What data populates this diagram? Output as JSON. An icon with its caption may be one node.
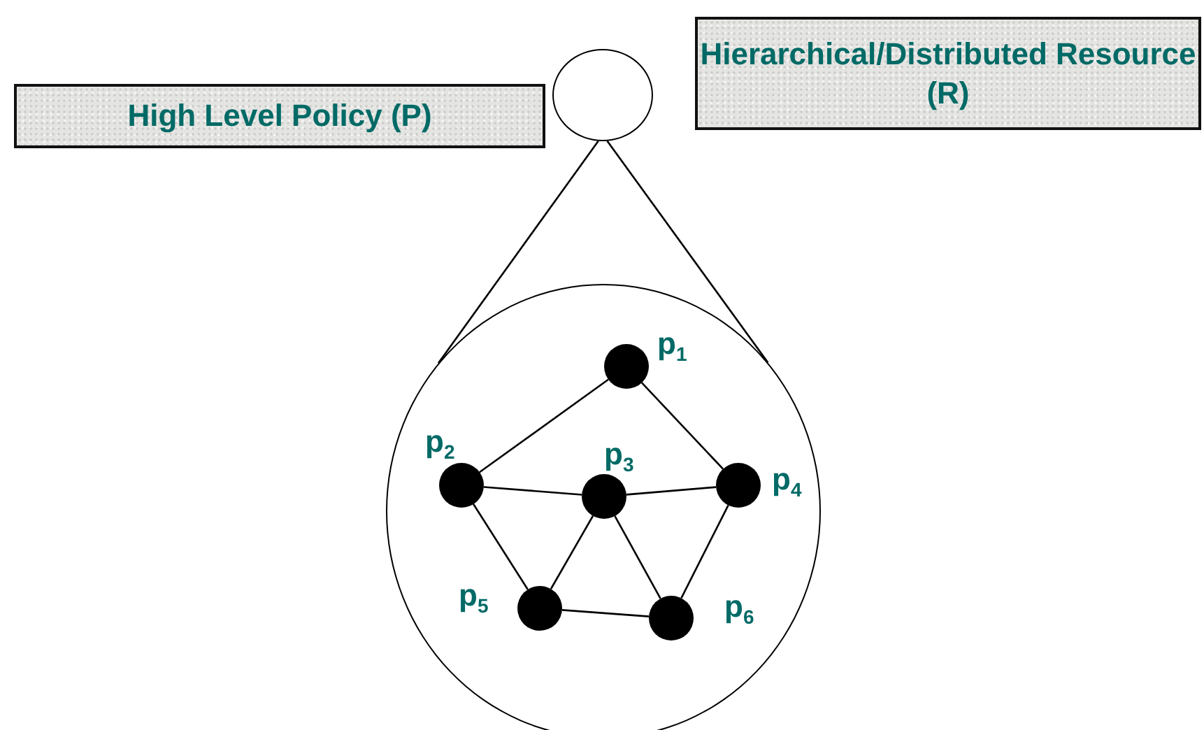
{
  "diagram": {
    "nodes": [
      {
        "text": [
          "High Level Policy (P)"
        ]
      },
      {
        "text": [
          "Hierarchical/Distributed Resource (R)"
        ]
      },
      {
        "text": [],
        "shape": "circle"
      },
      {
        "text": [],
        "shape": "circle"
      },
      {
        "text": [],
        "shape": "circle",
        "in": 3,
        "beside": [
          "p$_{1}$"
        ]
      },
      {
        "text": [],
        "shape": "circle",
        "in": 3,
        "beside": [
          "p$_{2}$"
        ]
      },
      {
        "text": [],
        "shape": "circle",
        "in": 3,
        "beside": [
          "p$_{3}$"
        ]
      },
      {
        "text": [],
        "shape": "circle",
        "in": 3,
        "beside": [
          "p$_{4}$"
        ]
      },
      {
        "text": [],
        "shape": "circle",
        "in": 3,
        "beside": [
          "p$_{5}$"
        ]
      },
      {
        "text": [],
        "shape": "circle",
        "in": 3,
        "beside": [
          "p$_{6}$"
        ]
      }
    ],
    "edges": [
      {
        "from": 2,
        "to": 3,
        "arrow": "none"
      },
      {
        "from": 2,
        "to": 3,
        "arrow": "none"
      },
      {
        "from": 4,
        "to": 5,
        "arrow": "none"
      },
      {
        "from": 4,
        "to": 7,
        "arrow": "none"
      },
      {
        "from": 5,
        "to": 6,
        "arrow": "none"
      },
      {
        "from": 6,
        "to": 7,
        "arrow": "none"
      },
      {
        "from": 5,
        "to": 8,
        "arrow": "none"
      },
      {
        "from": 6,
        "to": 8,
        "arrow": "none"
      },
      {
        "from": 6,
        "to": 9,
        "arrow": "none"
      },
      {
        "from": 7,
        "to": 9,
        "arrow": "none"
      },
      {
        "from": 8,
        "to": 9,
        "arrow": "none"
      }
    ]
  }
}
